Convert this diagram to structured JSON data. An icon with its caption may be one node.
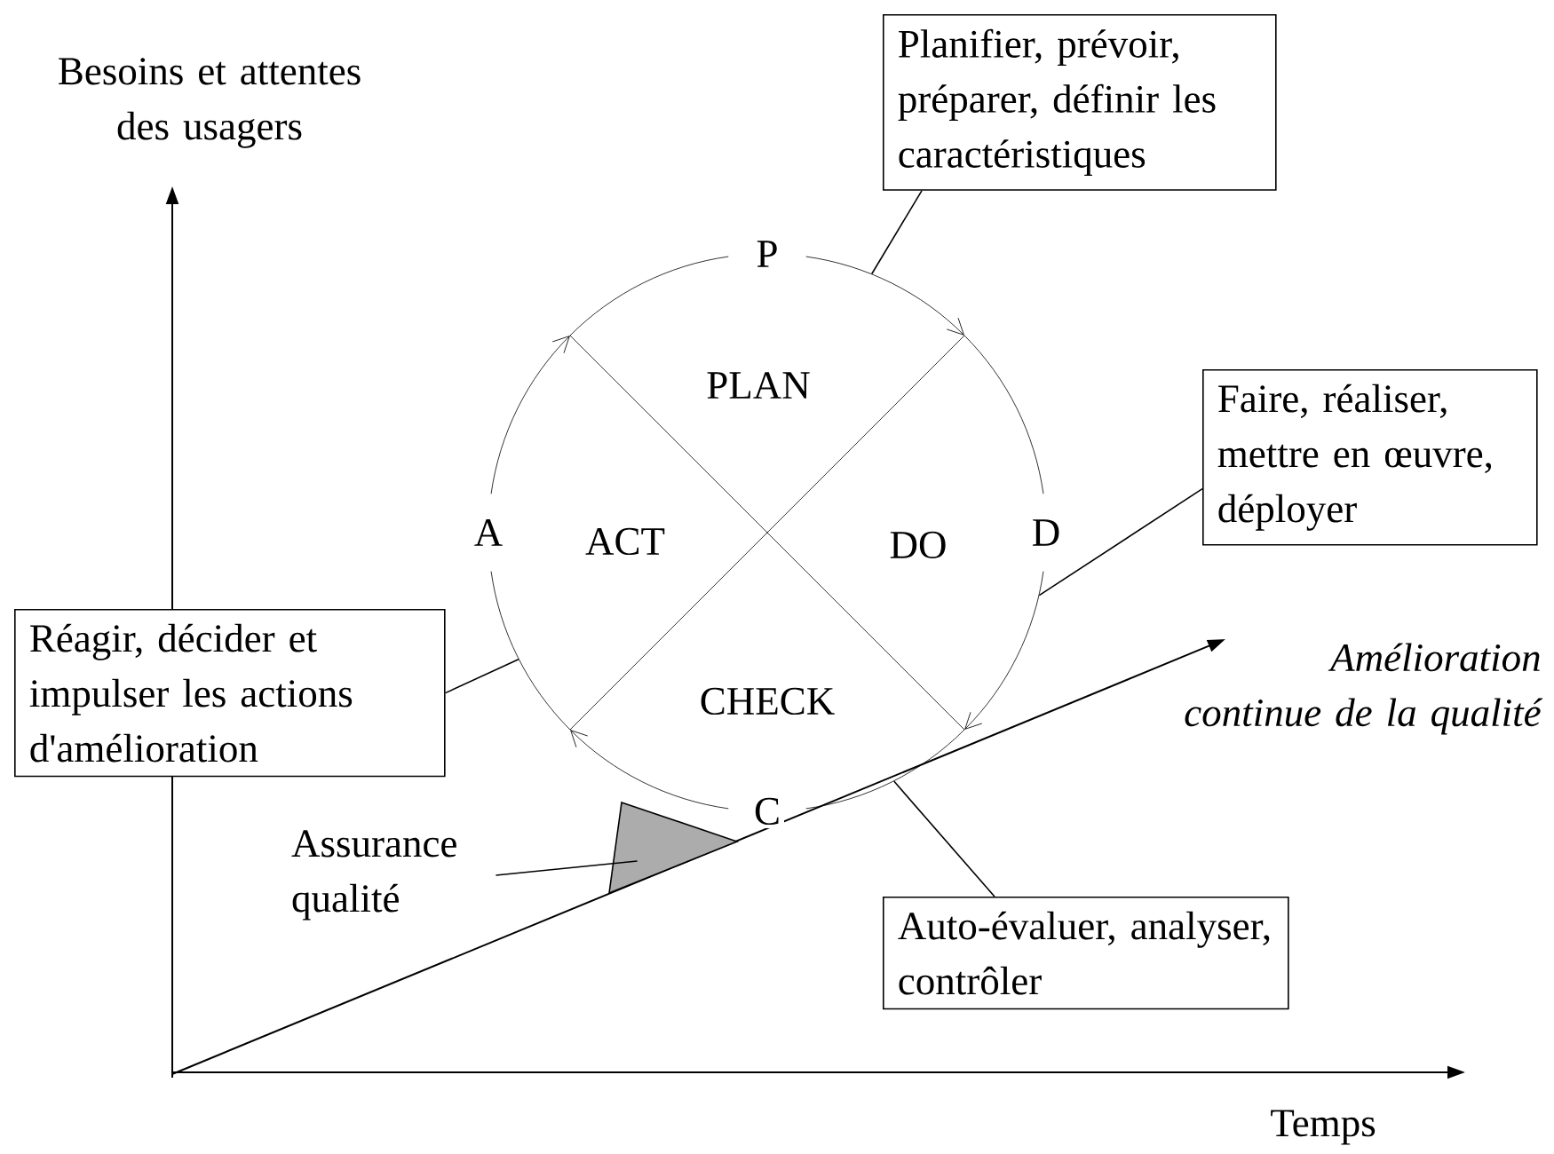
{
  "diagram": {
    "nodes": [
      {
        "text": [
          "Planifier, prévoir, préparer, définir les caractéristiques"
        ]
      },
      {
        "text": [
          "Faire, réaliser, mettre en œuvre, déployer"
        ]
      },
      {
        "text": [
          "Réagir, décider et impulser les actions d'amélioration"
        ]
      },
      {
        "text": [
          "Auto-évaluer, analyser, contrôler"
        ]
      },
      {
        "text": [
          "Assurance qualité"
        ]
      },
      {
        "text": [],
        "shape": "triangle"
      },
      {
        "text": [],
        "shape": "circle"
      }
    ],
    "edges": [
      {
        "from": 0,
        "to": 6,
        "arrow": "none"
      },
      {
        "from": 1,
        "to": 6,
        "arrow": "none"
      },
      {
        "from": 2,
        "to": 6,
        "arrow": "none"
      },
      {
        "from": 3,
        "to": 6,
        "arrow": "none"
      },
      {
        "from": 4,
        "to": 5,
        "arrow": "none"
      }
    ],
    "labels": [
      "Besoins et attentes des usagers",
      "P",
      "PLAN",
      "A",
      "ACT",
      "DO",
      "D",
      "Amélioration continue de la qualité",
      "CHECK",
      "C",
      "Temps"
    ]
  }
}
